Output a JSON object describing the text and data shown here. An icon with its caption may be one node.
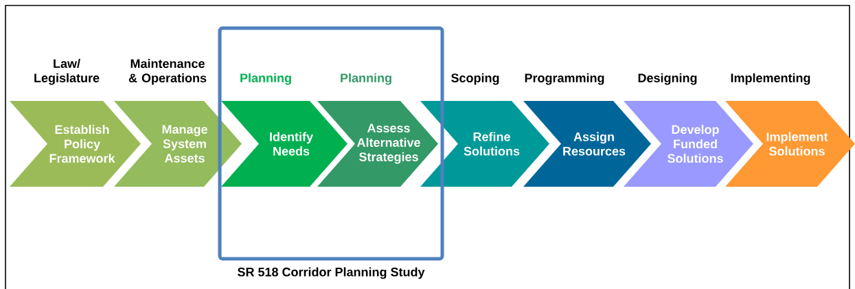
{
  "diagram": {
    "nodes": [
      {
        "text": [
          "SR 518 Corridor Planning Study"
        ]
      },
      {
        "text": [
          "Law/ Legislature",
          "Establish Policy Framework"
        ]
      },
      {
        "text": [
          "Maintenance & Operations",
          "Manage System Assets"
        ]
      },
      {
        "text": [
          "Planning",
          "Identify Needs"
        ],
        "in": 0
      },
      {
        "text": [
          "Planning",
          "Assess Alternative Strategies"
        ],
        "in": 0
      },
      {
        "text": [
          "Scoping",
          "Refine Solutions"
        ]
      },
      {
        "text": [
          "Programming",
          "Assign Resources"
        ]
      },
      {
        "text": [
          "Designing",
          "Develop Funded Solutions"
        ]
      },
      {
        "text": [
          "Implementing",
          "Implement Solutions"
        ]
      }
    ]
  }
}
